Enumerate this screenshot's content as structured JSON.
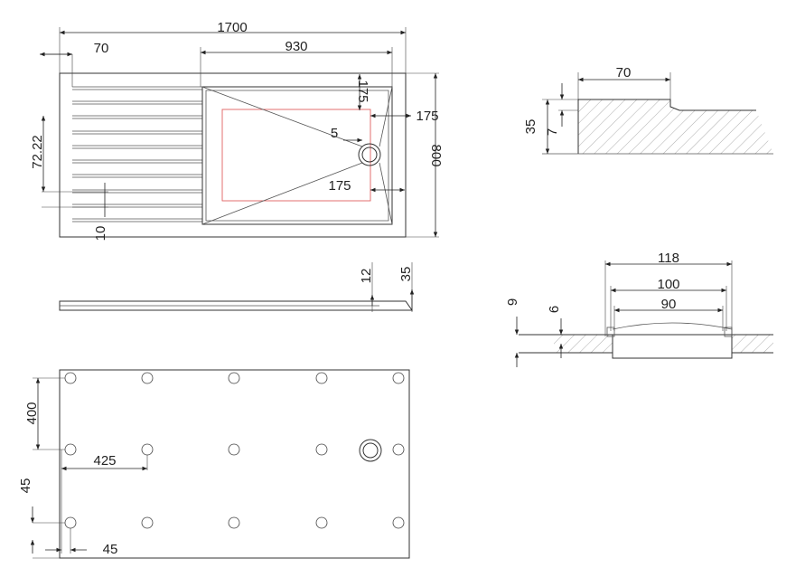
{
  "top_view": {
    "dims": {
      "overall_length": "1700",
      "left_offset": "70",
      "basin_length": "930",
      "corner_top": "175",
      "corner_right": "175",
      "drain_offset": "5",
      "corner_bottom": "175",
      "width": "800",
      "groove_pitch": "72.22",
      "groove_width": "10"
    }
  },
  "side_view": {
    "dims": {
      "depth_small": "12",
      "height": "35"
    }
  },
  "bottom_view": {
    "dims": {
      "spacing_y": "400",
      "spacing_x": "425",
      "edge_y": "45",
      "edge_x": "45"
    }
  },
  "section_edge": {
    "dims": {
      "step_width": "70",
      "thickness": "35",
      "step_depth": "7"
    }
  },
  "section_drain": {
    "dims": {
      "outer": "118",
      "middle": "100",
      "inner": "90",
      "left_height": "9",
      "lip_height": "6"
    }
  },
  "colors": {
    "line": "#333333",
    "inner_basin_outline": "#e06060"
  }
}
